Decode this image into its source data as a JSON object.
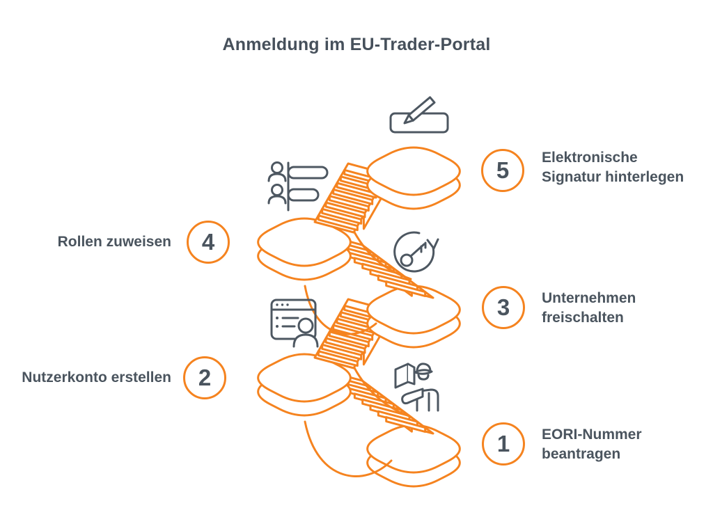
{
  "title": "Anmeldung im EU-Trader-Portal",
  "colors": {
    "accent": "#F5831F",
    "ink": "#4A545E"
  },
  "steps": [
    {
      "number": "1",
      "label": "EORI-Nummer beantragen",
      "lines": [
        "EORI-Nummer",
        "beantragen"
      ],
      "side": "right",
      "icon": "customs-officer-documents-icon"
    },
    {
      "number": "2",
      "label": "Nutzerkonto erstellen",
      "lines": [
        "Nutzerkonto erstellen"
      ],
      "side": "left",
      "icon": "user-account-window-icon"
    },
    {
      "number": "3",
      "label": "Unternehmen freischalten",
      "lines": [
        "Unternehmen",
        "freischalten"
      ],
      "side": "right",
      "icon": "key-activation-icon"
    },
    {
      "number": "4",
      "label": "Rollen zuweisen",
      "lines": [
        "Rollen zuweisen"
      ],
      "side": "left",
      "icon": "roles-assignment-icon"
    },
    {
      "number": "5",
      "label": "Elektronische Signatur hinterlegen",
      "lines": [
        "Elektronische",
        "Signatur hinterlegen"
      ],
      "side": "right",
      "icon": "electronic-signature-icon"
    }
  ]
}
